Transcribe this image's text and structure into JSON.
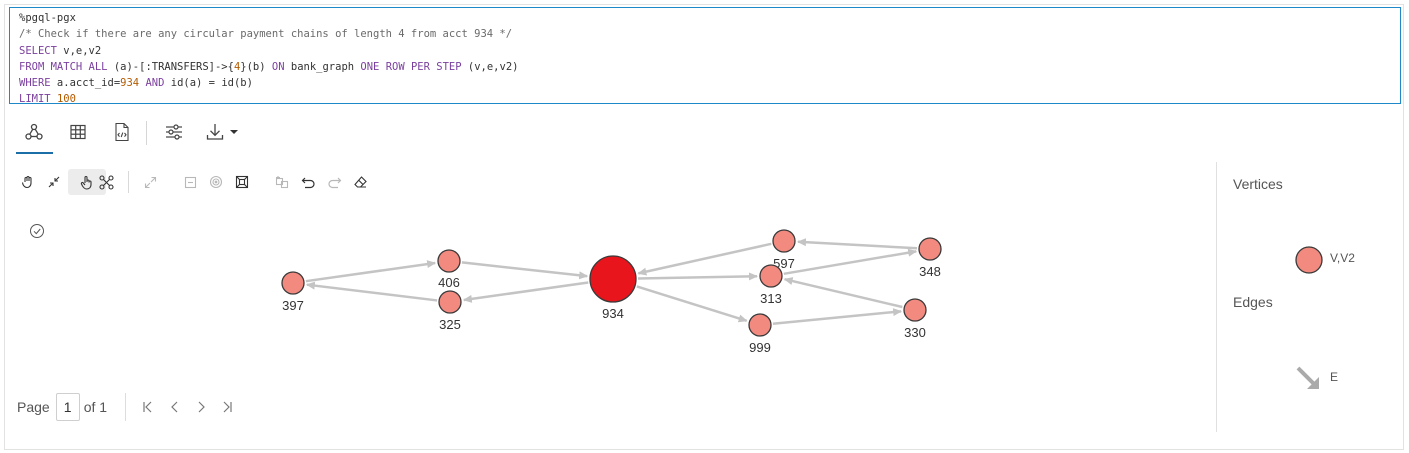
{
  "editor": {
    "lines": [
      [
        {
          "t": "%pgql-pgx",
          "c": "c-plain"
        }
      ],
      [
        {
          "t": "/* Check if there are any circular payment chains of length 4 from acct 934 */",
          "c": "c-comment"
        }
      ],
      [
        {
          "t": "SELECT",
          "c": "c-kw"
        },
        {
          "t": " v,e,v2",
          "c": "c-plain"
        }
      ],
      [
        {
          "t": "FROM MATCH ALL",
          "c": "c-kw"
        },
        {
          "t": " (a)-[:TRANSFERS]->{",
          "c": "c-plain"
        },
        {
          "t": "4",
          "c": "c-num"
        },
        {
          "t": "}(b) ",
          "c": "c-plain"
        },
        {
          "t": "ON",
          "c": "c-kw"
        },
        {
          "t": " bank_graph ",
          "c": "c-plain"
        },
        {
          "t": "ONE ROW PER STEP",
          "c": "c-kw"
        },
        {
          "t": " (v,e,v2)",
          "c": "c-plain"
        }
      ],
      [
        {
          "t": "WHERE",
          "c": "c-kw"
        },
        {
          "t": " a.acct_id=",
          "c": "c-plain"
        },
        {
          "t": "934",
          "c": "c-num"
        },
        {
          "t": " ",
          "c": "c-plain"
        },
        {
          "t": "AND",
          "c": "c-kw"
        },
        {
          "t": " id(a) = id(b)",
          "c": "c-plain"
        }
      ],
      [
        {
          "t": "LIMIT",
          "c": "c-kw"
        },
        {
          "t": " ",
          "c": "c-plain"
        },
        {
          "t": "100",
          "c": "c-num"
        }
      ]
    ]
  },
  "toolbar": {
    "active_view": "graph",
    "buttons": [
      "graph-view-icon",
      "table-view-icon",
      "code-view-icon",
      "settings-sliders-icon",
      "download-icon"
    ]
  },
  "graph_tools": {
    "active": "pan-hand-icon",
    "buttons": [
      "select-icon",
      "collapse-icon",
      "pan-hand-icon",
      "expand-graph-icon",
      "fullscreen-icon",
      "minus-icon",
      "target-icon",
      "fit-icon",
      "group-icon",
      "undo-icon",
      "redo-icon",
      "eraser-icon"
    ]
  },
  "graph": {
    "colors": {
      "node": "#f28a80",
      "node_focus": "#e8161c",
      "edge": "#c4c4c4",
      "stroke": "#3a3a3a"
    },
    "nodes": [
      {
        "id": "934",
        "label": "934",
        "focus": true
      },
      {
        "id": "406",
        "label": "406"
      },
      {
        "id": "325",
        "label": "325"
      },
      {
        "id": "397",
        "label": "397"
      },
      {
        "id": "597",
        "label": "597"
      },
      {
        "id": "313",
        "label": "313"
      },
      {
        "id": "348",
        "label": "348"
      },
      {
        "id": "999",
        "label": "999"
      },
      {
        "id": "330",
        "label": "330"
      }
    ],
    "edges": [
      {
        "from": "406",
        "to": "934"
      },
      {
        "from": "934",
        "to": "325"
      },
      {
        "from": "325",
        "to": "397"
      },
      {
        "from": "397",
        "to": "406"
      },
      {
        "from": "597",
        "to": "934"
      },
      {
        "from": "934",
        "to": "313"
      },
      {
        "from": "313",
        "to": "348"
      },
      {
        "from": "348",
        "to": "597"
      },
      {
        "from": "934",
        "to": "999"
      },
      {
        "from": "999",
        "to": "330"
      },
      {
        "from": "330",
        "to": "313"
      }
    ]
  },
  "pager": {
    "page_label": "Page",
    "page_value": "1",
    "of_label": "of 1"
  },
  "legend": {
    "vertices_title": "Vertices",
    "vertex_label": "V,V2",
    "edges_title": "Edges",
    "edge_label": "E"
  }
}
